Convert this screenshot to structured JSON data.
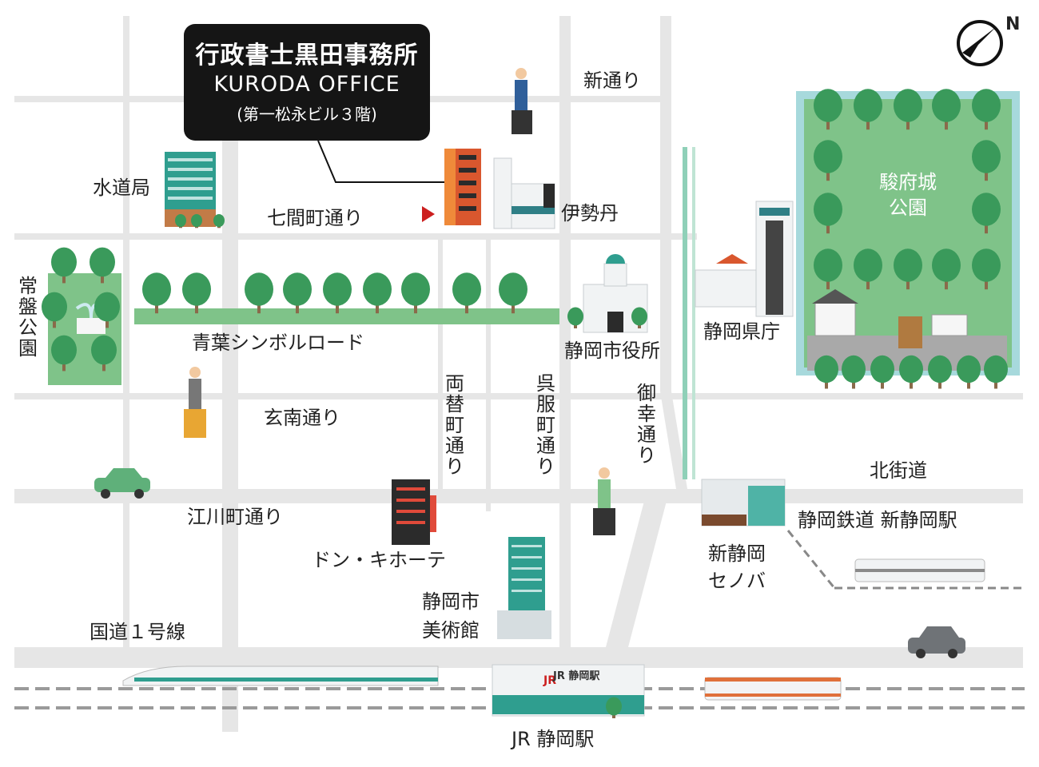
{
  "office": {
    "name_ja": "行政書士黒田事務所",
    "name_en": "KURODA OFFICE",
    "floor": "(第一松永ビル３階)"
  },
  "compass": {
    "label": "N"
  },
  "streets": {
    "shin_dori": "新通り",
    "shichiken": "七間町通り",
    "aoba": "青葉シンボルロード",
    "gennan": "玄南通り",
    "egawa": "江川町通り",
    "kokudo1": "国道１号線",
    "hokkaido": "北街道",
    "ryogae": "両替町通り",
    "gofuku": "呉服町通り",
    "gokou": "御幸通り"
  },
  "landmarks": {
    "suidokyoku": "水道局",
    "isetan": "伊勢丹",
    "tokiwa": "常盤公園",
    "shiyakusho": "静岡市役所",
    "kencho": "静岡県庁",
    "sunpu": "駿府城公園",
    "donki": "ドン・キホーテ",
    "museum_1": "静岡市",
    "museum_2": "美術館",
    "shizutetsu": "静岡鉄道 新静岡駅",
    "cenova_1": "新静岡",
    "cenova_2": "セノバ",
    "jr_station": "JR 静岡駅",
    "jr_sign": "JR 静岡駅"
  },
  "colors": {
    "road": "#e6e6e6",
    "park": "#7fc389",
    "tree": "#3a9a5b",
    "trunk": "#8a6a4a",
    "teal": "#2f9e8f",
    "marker": "#cc1f1f"
  }
}
